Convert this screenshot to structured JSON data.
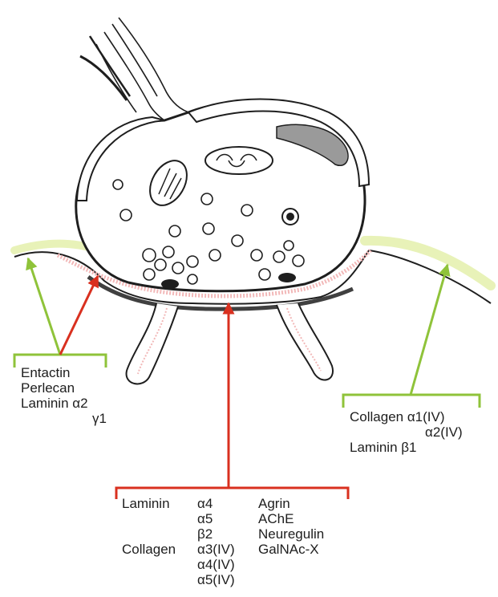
{
  "labels": {
    "left": {
      "entactin": "Entactin",
      "perlecan": "Perlecan",
      "laminin_a2": "Laminin α2",
      "g1": "γ1"
    },
    "right": {
      "collagen_a1": "Collagen α1(IV)",
      "a2": "α2(IV)",
      "laminin_b1": "Laminin β1"
    },
    "bottom": {
      "laminin": "Laminin",
      "a4": "α4",
      "a5": "α5",
      "b2": "β2",
      "collagen": "Collagen",
      "a3iv": "α3(IV)",
      "a4iv": "α4(IV)",
      "a5iv": "α5(IV)",
      "agrin": "Agrin",
      "ache": "AChE",
      "neuregulin": "Neuregulin",
      "galnac": "GalNAc-X"
    }
  },
  "colors": {
    "synaptic_marker": "#d9301f",
    "extrasynaptic_marker": "#8fc33a",
    "ink": "#1e1e1e",
    "synaptic_cleft": "#f2b8b8",
    "extrasynaptic_lamina": "#e8f2b8"
  }
}
